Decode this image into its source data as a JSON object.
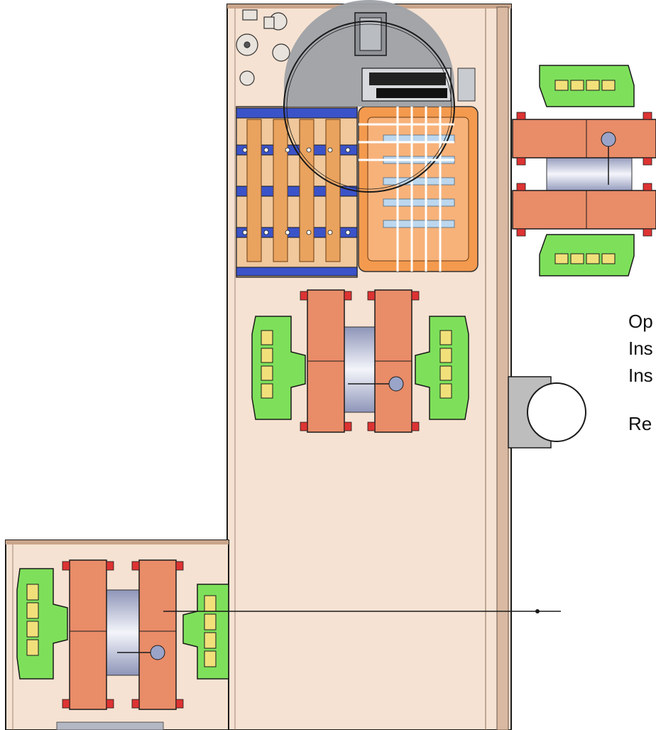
{
  "labels": {
    "line1": "Op",
    "line2": "Ins",
    "line3": "Ins",
    "line4": "Re"
  },
  "colors": {
    "hall_floor": "#f6e2d2",
    "hall_wall": "#c9a48a",
    "magnet_yoke": "#e98c68",
    "coil_green": "#7ee05a",
    "coil_yellow": "#f1e07a",
    "frame_blue": "#3b53c9",
    "tank_orange": "#f39a4e",
    "grey_dish": "#9ea1a6",
    "pipe_grey": "#bdbdbd",
    "outline": "#1a1a1a"
  },
  "icons": [
    "magnet-assembly",
    "cryostat-circle",
    "pipe-port"
  ]
}
